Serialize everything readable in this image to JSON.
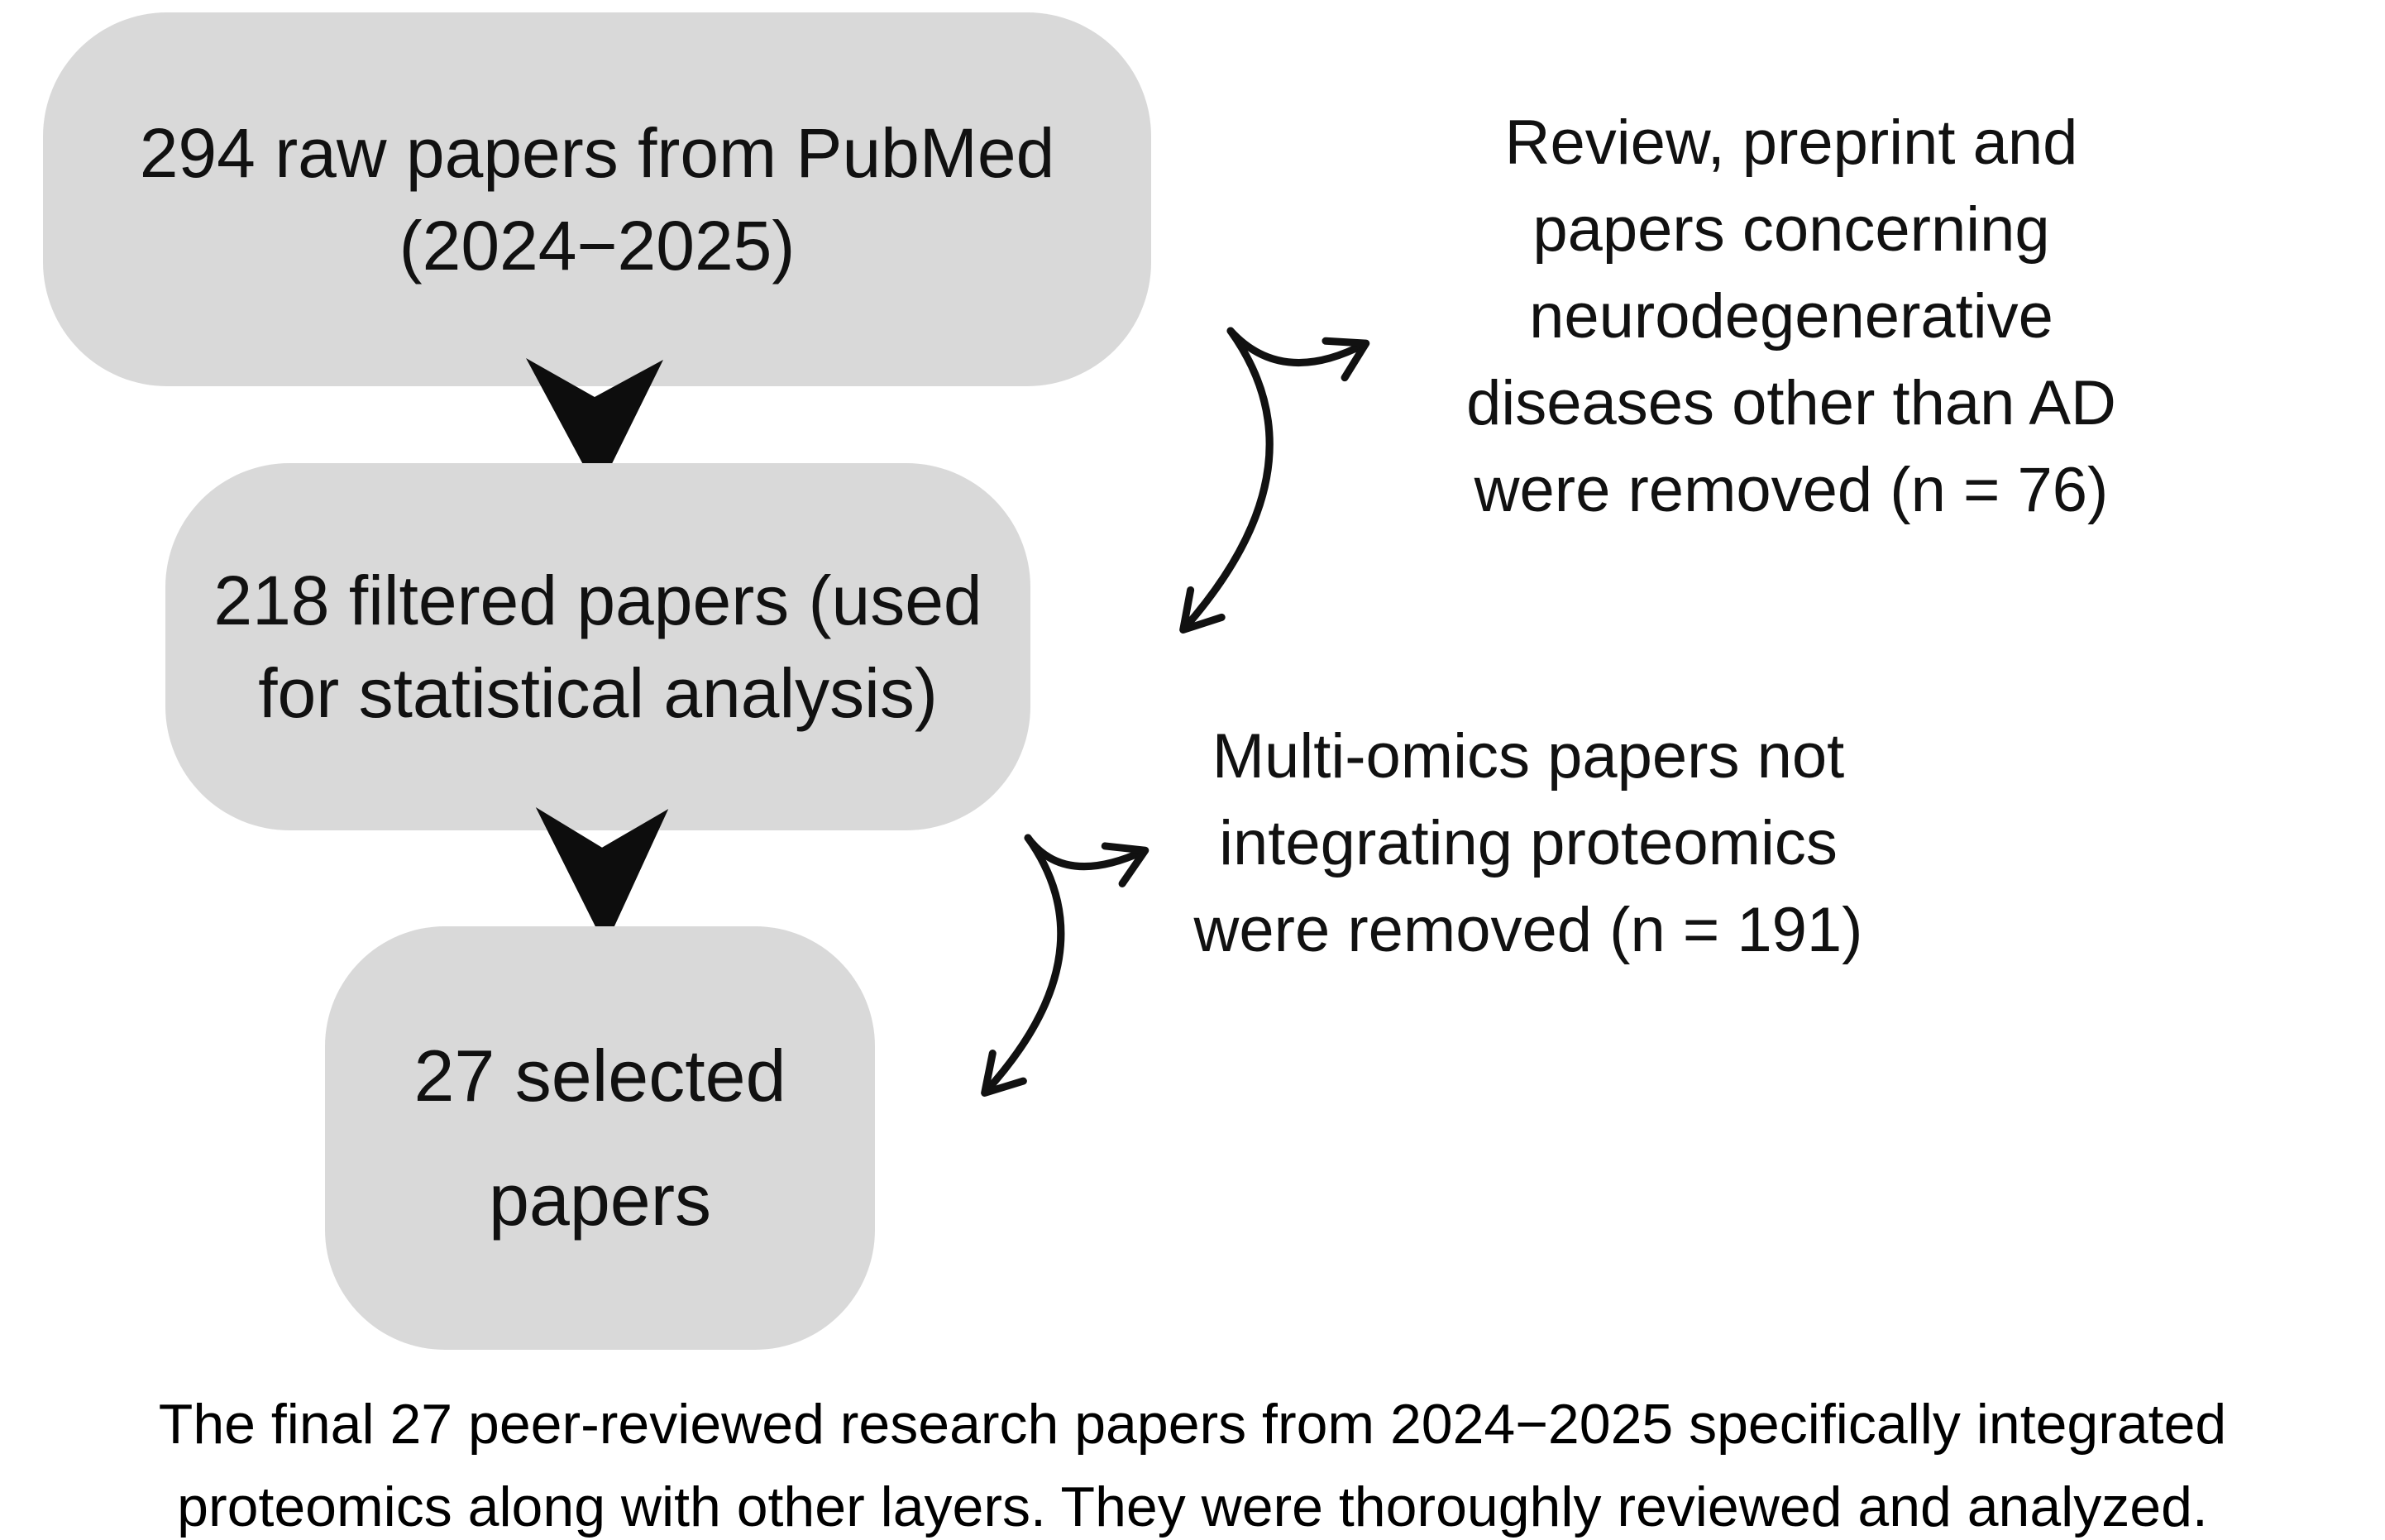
{
  "figure": {
    "background": "#ffffff",
    "colors": {
      "box_fill": "#d9d9d9",
      "text": "#111111",
      "arrow": "#111111"
    },
    "boxes": [
      {
        "id": "raw-papers",
        "lines": [
          "294 raw papers from PubMed",
          "(2024−2025)"
        ]
      },
      {
        "id": "filtered-papers",
        "lines": [
          "218 filtered papers (used",
          "for statistical analysis)"
        ]
      },
      {
        "id": "selected-papers",
        "lines": [
          "27 selected",
          "papers"
        ]
      }
    ],
    "exclusions": [
      {
        "id": "exclusion-reviews",
        "lines": [
          "Review, preprint and",
          "papers concerning",
          "neurodegenerative",
          "diseases other than AD",
          "were removed (n = 76)"
        ]
      },
      {
        "id": "exclusion-multiomics",
        "lines": [
          "Multi-omics papers not",
          "integrating proteomics",
          "were removed (n = 191)"
        ]
      }
    ],
    "caption_lines": [
      "The final 27 peer-reviewed research papers from 2024−2025 specifically integrated",
      "proteomics along with other layers. They were thoroughly reviewed and analyzed."
    ],
    "icons": {
      "down_arrow": "filled-chevron-down",
      "exclusion_arrow": "curved-double-headed-arrow"
    }
  }
}
